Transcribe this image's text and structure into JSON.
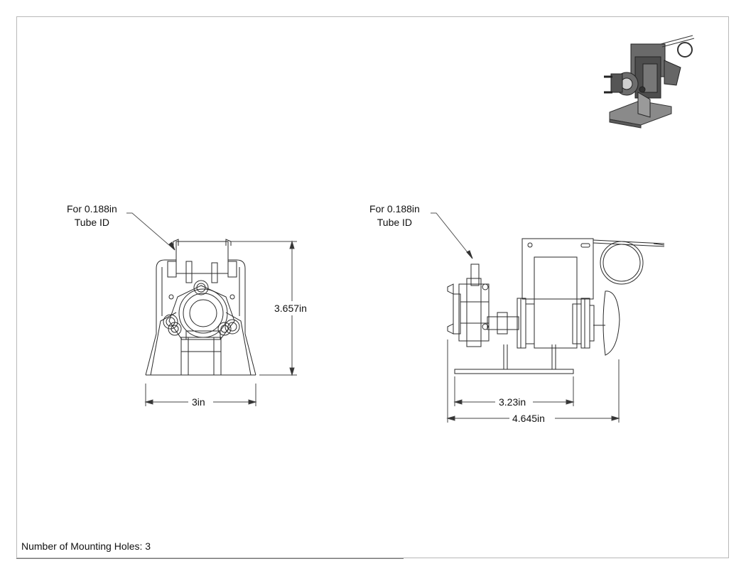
{
  "callouts": {
    "front": {
      "line1": "For 0.188in",
      "line2": "Tube ID"
    },
    "side": {
      "line1": "For 0.188in",
      "line2": "Tube ID"
    }
  },
  "dimensions": {
    "height": "3.657in",
    "front_width": "3in",
    "base_length": "3.23in",
    "overall_length": "4.645in"
  },
  "notes": {
    "mounting_holes": "Number of Mounting Holes: 3"
  },
  "colors": {
    "line": "#2a2a2a",
    "border": "#b8b8b8",
    "iso_body": "#555555",
    "iso_base": "#8a8a8a"
  }
}
